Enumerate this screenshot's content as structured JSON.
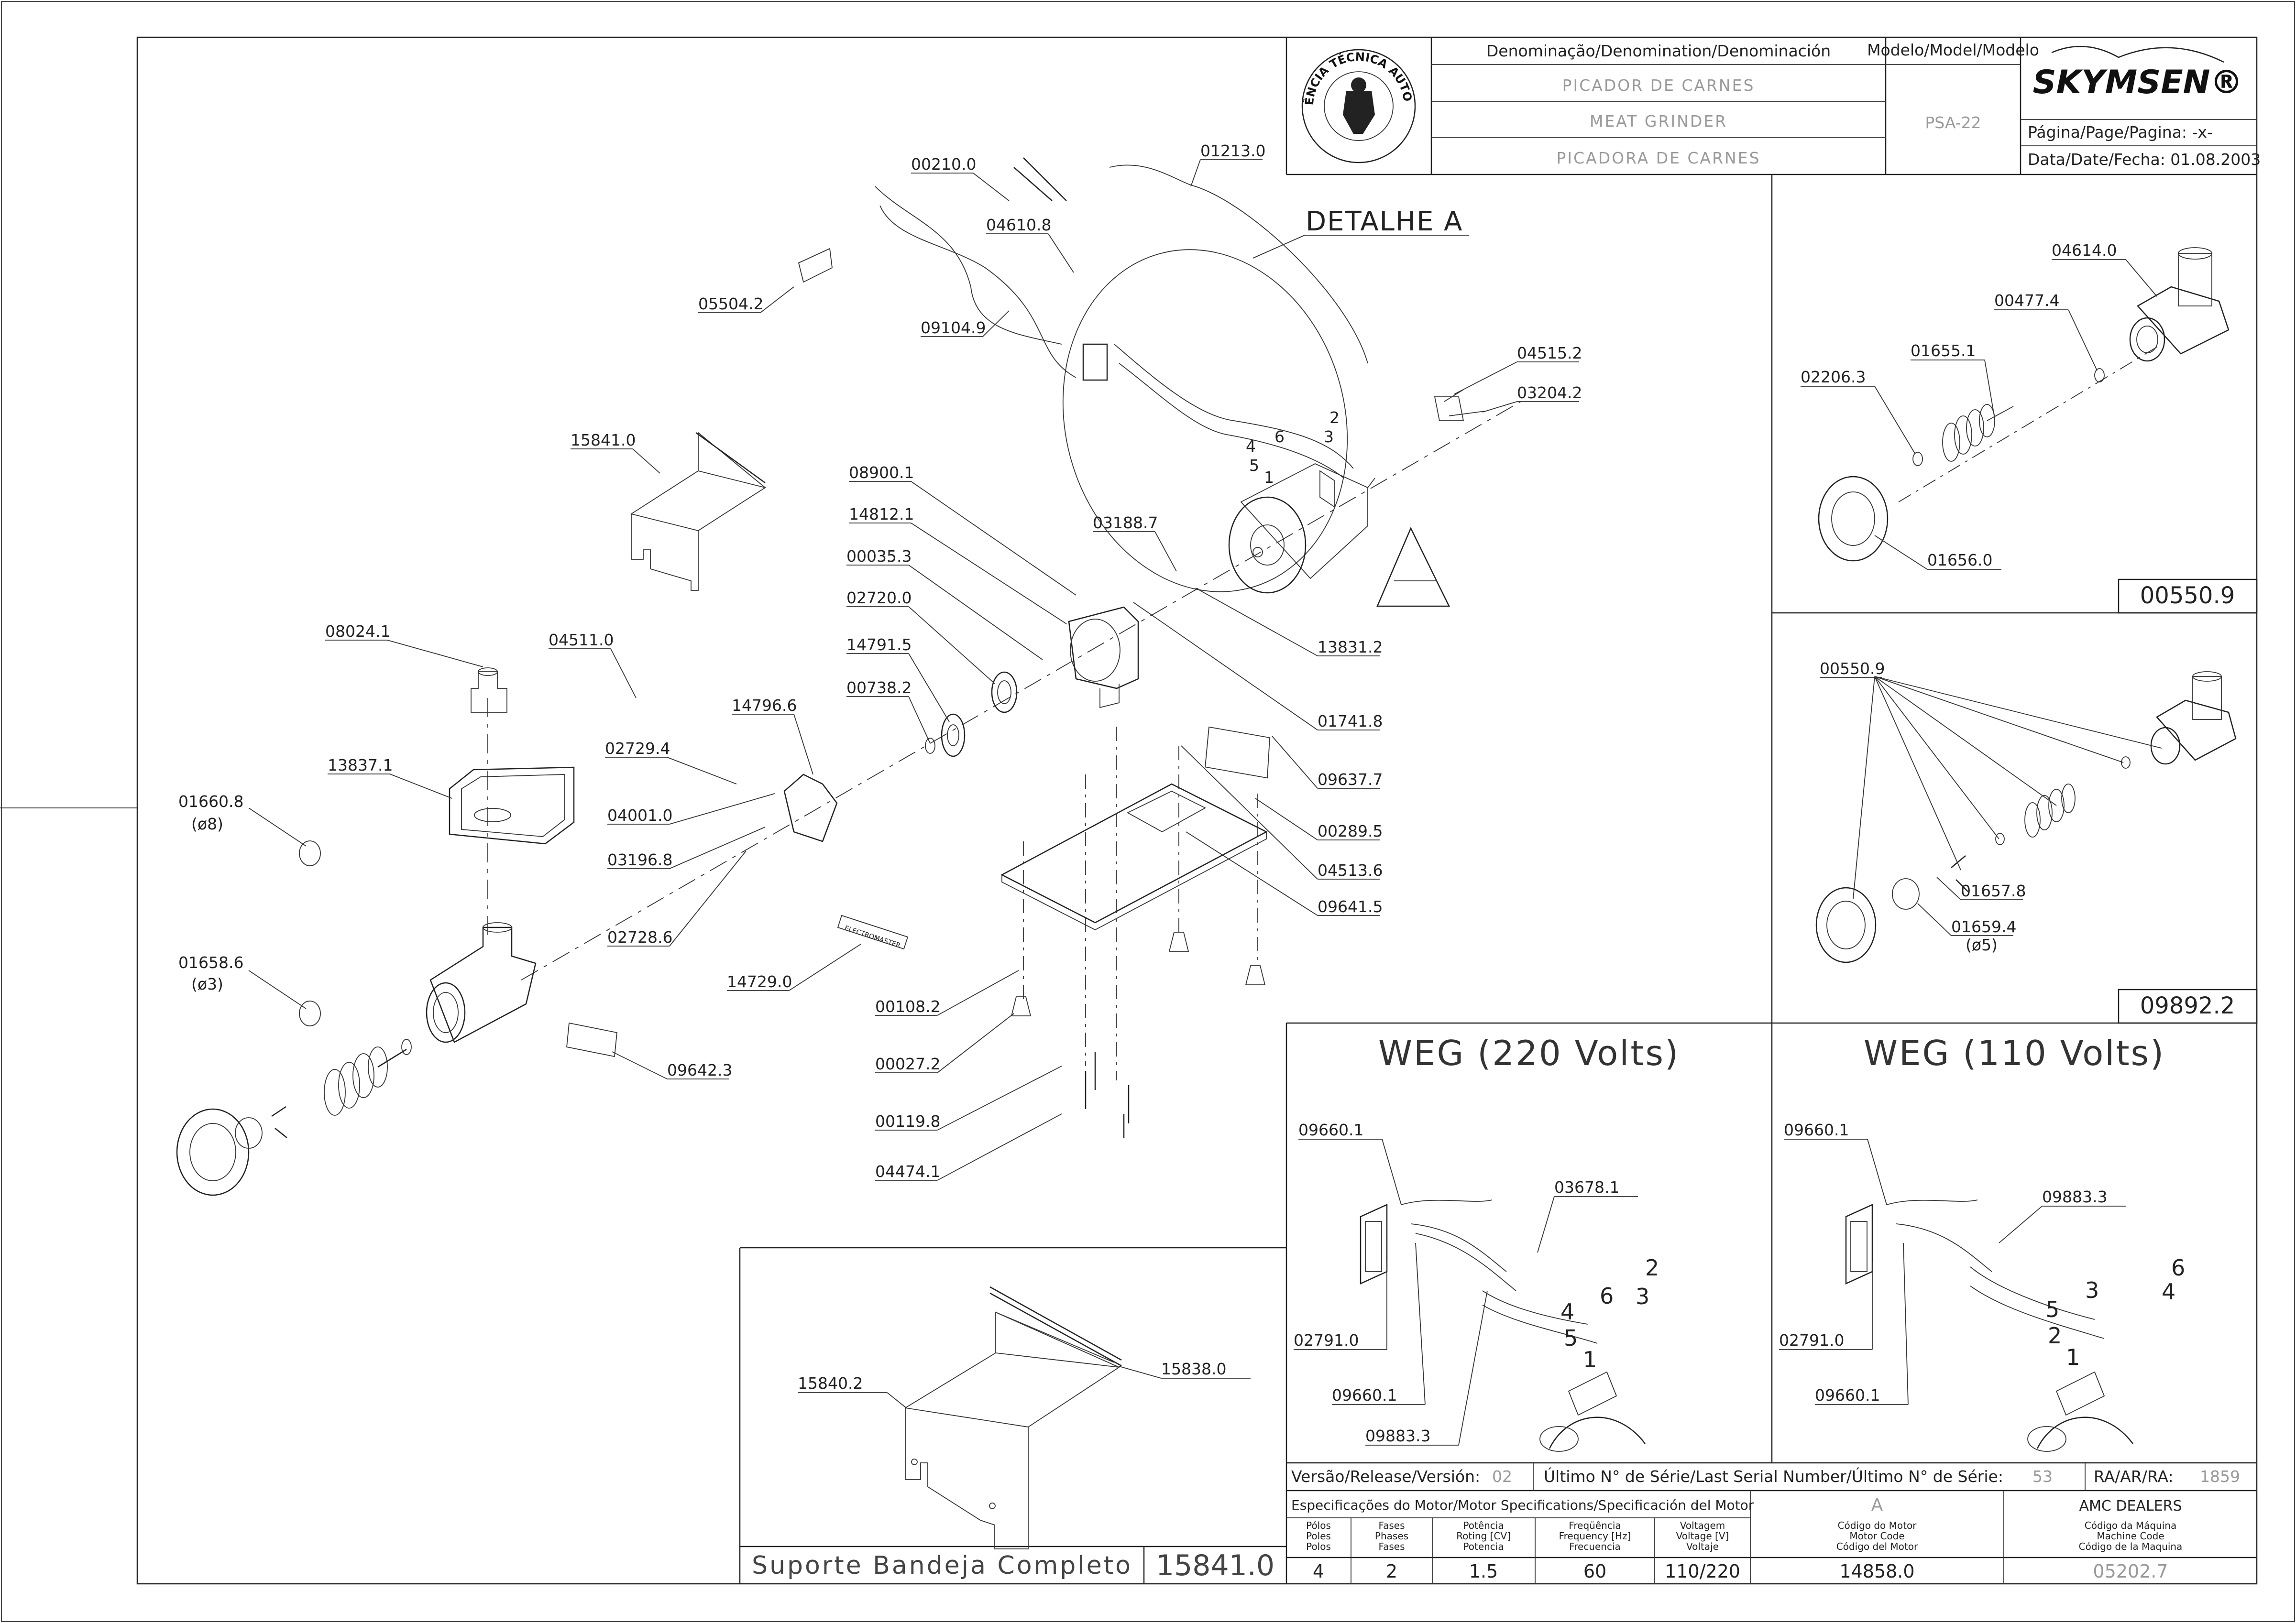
{
  "title_block": {
    "denomination_header": "Denominação/Denomination/Denominación",
    "model_header": "Modelo/Model/Modelo",
    "name_pt": "PICADOR DE CARNES",
    "name_en": "MEAT GRINDER",
    "name_es": "PICADORA DE CARNES",
    "model": "PSA-22",
    "brand": "SKYMSEN®",
    "page": "Página/Page/Pagina: -x-",
    "date": "Data/Date/Fecha: 01.08.2003",
    "seal_text": "ASSISTÊNCIA TÉCNICA AUTORIZADA"
  },
  "detail_label": "DETALHE A",
  "parts": [
    "00210.0",
    "01213.0",
    "04610.8",
    "05504.2",
    "09104.9",
    "04515.2",
    "03204.2",
    "15841.0",
    "08900.1",
    "14812.1",
    "00035.3",
    "02720.0",
    "14791.5",
    "00738.2",
    "03188.7",
    "13831.2",
    "01741.8",
    "09637.7",
    "00289.5",
    "04513.6",
    "09641.5",
    "08024.1",
    "04511.0",
    "14796.6",
    "02729.4",
    "04001.0",
    "03196.8",
    "02728.6",
    "13837.1",
    "01660.8",
    "(ø8)",
    "01658.6",
    "(ø3)",
    "14729.0",
    "09642.3",
    "00108.2",
    "00027.2",
    "00119.8",
    "04474.1",
    "ELECTROMASTER"
  ],
  "wire_numbers": [
    "2",
    "3",
    "6",
    "4",
    "5",
    "1"
  ],
  "kit1": {
    "parts": [
      "04614.0",
      "00477.4",
      "01655.1",
      "02206.3",
      "01656.0"
    ],
    "code": "00550.9"
  },
  "kit2": {
    "parts": [
      "00550.9",
      "01657.8",
      "01659.4",
      "(ø5)"
    ],
    "code": "09892.2"
  },
  "weg220": {
    "title": "WEG (220 Volts)",
    "parts": [
      "09660.1",
      "03678.1",
      "02791.0",
      "09660.1",
      "09883.3"
    ],
    "wires": [
      "2",
      "6",
      "3",
      "4",
      "5",
      "1"
    ]
  },
  "weg110": {
    "title": "WEG (110 Volts)",
    "parts": [
      "09660.1",
      "09883.3",
      "02791.0",
      "09660.1"
    ],
    "wires": [
      "6",
      "3",
      "4",
      "5",
      "2",
      "1"
    ]
  },
  "support": {
    "parts": [
      "15840.2",
      "15838.0"
    ],
    "caption": "Suporte Bandeja Completo",
    "code": "15841.0"
  },
  "release_row": {
    "release_label": "Versão/Release/Versión:",
    "release": "02",
    "serial_label": "Último N° de Série/Last Serial Number/Último N° de Série:",
    "serial": "53",
    "ra_label": "RA/AR/RA:",
    "ra": "1859"
  },
  "spec": {
    "header": "Especificações do Motor/Motor Specifications/Specificación del Motor",
    "variant": "A",
    "dealer": "AMC DEALERS",
    "cols": [
      {
        "h1": "Pólos",
        "h2": "Poles",
        "h3": "Polos",
        "val": "4"
      },
      {
        "h1": "Fases",
        "h2": "Phases",
        "h3": "Fases",
        "val": "2"
      },
      {
        "h1": "Potência",
        "h2": "Roting [CV]",
        "h3": "Potencia",
        "val": "1.5"
      },
      {
        "h1": "Freqüência",
        "h2": "Frequency [Hz]",
        "h3": "Frecuencia",
        "val": "60"
      },
      {
        "h1": "Voltagem",
        "h2": "Voltage [V]",
        "h3": "Voltaje",
        "val": "110/220"
      },
      {
        "h1": "Código do Motor",
        "h2": "Motor Code",
        "h3": "Código del Motor",
        "val": "14858.0"
      },
      {
        "h1": "Código da Máquina",
        "h2": "Machine Code",
        "h3": "Código de la Maquina",
        "val": "05202.7"
      }
    ]
  }
}
